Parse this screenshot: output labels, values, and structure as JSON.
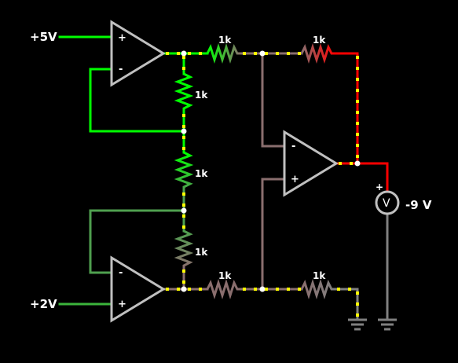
{
  "sources": {
    "top": "+5V",
    "bottom": "+2V"
  },
  "resistors": {
    "r_top_series": "1k",
    "r_top_feedback": "1k",
    "r_divider_upper": "1k",
    "r_divider_middle": "1k",
    "r_divider_lower": "1k",
    "r_bottom_series": "1k",
    "r_bottom_ground": "1k"
  },
  "opamp_signs": {
    "minus": "-",
    "plus": "+"
  },
  "meter": {
    "symbol": "V",
    "reading": "-9 V",
    "polarity": "+"
  },
  "colors": {
    "background": "#000000",
    "wire_bright_green": "#00ff00",
    "wire_mid_green": "#3cb43c",
    "wire_dull_green": "#4fa04f",
    "wire_red": "#ff0000",
    "wire_brown": "#8a6e6e",
    "wire_gray": "#808080",
    "opamp": "#c0c0c0",
    "current_dots": "#ffff00",
    "nodes": "#ffffff"
  }
}
